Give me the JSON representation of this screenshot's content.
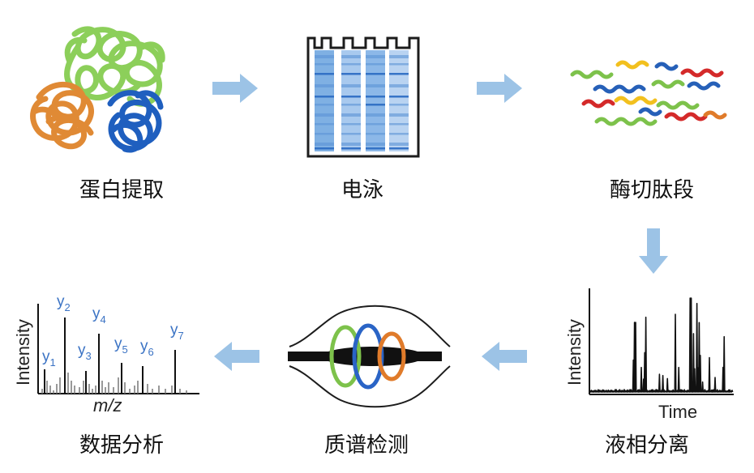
{
  "steps": {
    "extraction": "蛋白提取",
    "electrophoresis": "电泳",
    "digestion": "酶切肽段",
    "lc_separation": "液相分离",
    "ms_detection": "质谱检测",
    "data_analysis": "数据分析"
  },
  "spectrum": {
    "ylabel": "Intensity",
    "xlabel_m": "m",
    "xlabel_sep": "/",
    "xlabel_z": "z",
    "ions": [
      {
        "base": "y",
        "sub": "1"
      },
      {
        "base": "y",
        "sub": "2"
      },
      {
        "base": "y",
        "sub": "3"
      },
      {
        "base": "y",
        "sub": "4"
      },
      {
        "base": "y",
        "sub": "5"
      },
      {
        "base": "y",
        "sub": "6"
      },
      {
        "base": "y",
        "sub": "7"
      }
    ]
  },
  "chromatogram": {
    "ylabel": "Intensity",
    "xlabel": "Time"
  },
  "colors": {
    "arrow": "#9cc3e6",
    "green": "#7dc24b",
    "orange": "#e07b2a",
    "blue": "#2660b8",
    "red": "#d42a2a",
    "yellow": "#f2c01e",
    "band": "#3c82cf"
  }
}
